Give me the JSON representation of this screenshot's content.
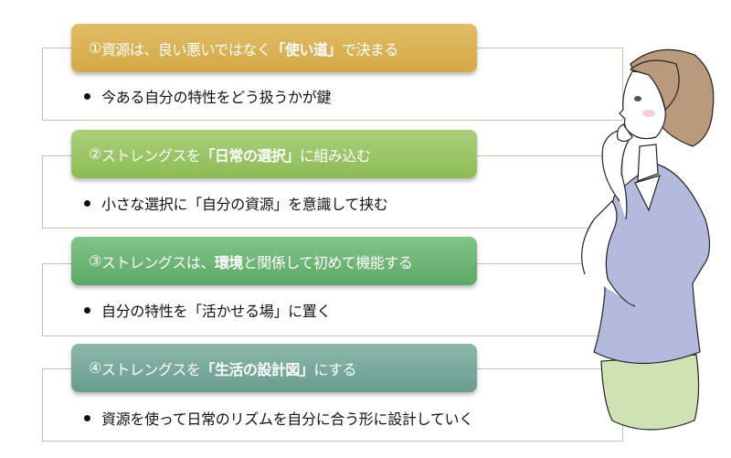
{
  "items": [
    {
      "number": "①",
      "header_parts": [
        "資源は、良い悪いではなく",
        "「使い道」",
        "で決まる"
      ],
      "bullet": "今ある自分の特性をどう扱うかが鍵",
      "color": "#d9b052"
    },
    {
      "number": "②",
      "header_parts": [
        "ストレングスを",
        "「日常の選択」",
        "に組み込む"
      ],
      "bullet": "小さな選択に「自分の資源」を意識して挟む",
      "color": "#98c462"
    },
    {
      "number": "③",
      "header_parts": [
        "ストレングスは、",
        "環境",
        "と関係して初めて機能する"
      ],
      "bullet": "自分の特性を「活かせる場」に置く",
      "color": "#6cb274"
    },
    {
      "number": "④",
      "header_parts": [
        "ストレングスを",
        "「生活の設計図」",
        "にする"
      ],
      "bullet": "資源を使って日常のリズムを自分に合う形に設計していく",
      "color": "#77a79a"
    }
  ],
  "illustration": {
    "label": "thinking-woman",
    "hair_color": "#b99a7c",
    "shirt_color": "#b4bade",
    "skirt_color": "#cfe2b4"
  }
}
